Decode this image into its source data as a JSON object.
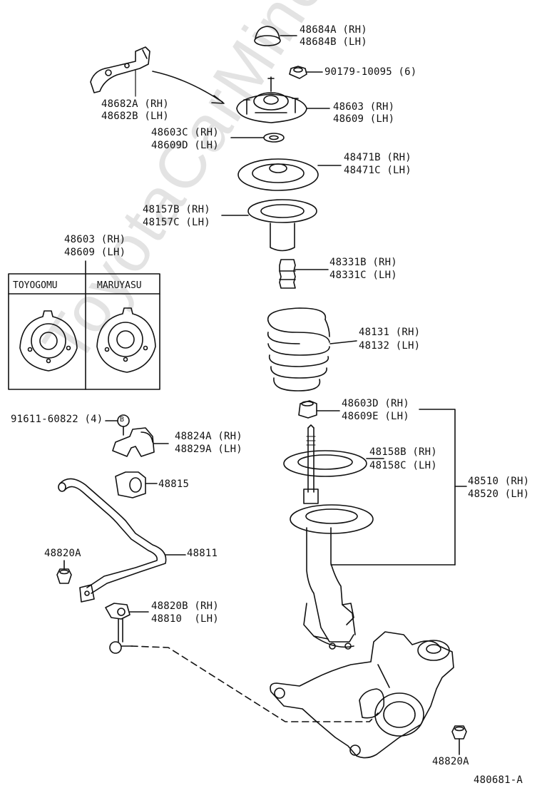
{
  "watermark": "ToyotaCarMine.ru",
  "diagram_code": "480681-A",
  "inset": {
    "title_rh": "48603 (RH)",
    "title_lh": "48609 (LH)",
    "col_left": "TOYOGOMU",
    "col_right": "MARUYASU"
  },
  "labels": {
    "p48684a": "48684A (RH)",
    "p48684b": "48684B (LH)",
    "p90179": "90179-10095 (6)",
    "p48682a": "48682A (RH)",
    "p48682b": "48682B (LH)",
    "p48603": "48603 (RH)",
    "p48609": "48609 (LH)",
    "p48603c": "48603C (RH)",
    "p48609d": "48609D (LH)",
    "p48471b": "48471B (RH)",
    "p48471c": "48471C (LH)",
    "p48157b": "48157B (RH)",
    "p48157c": "48157C (LH)",
    "p48331b": "48331B (RH)",
    "p48331c": "48331C (LH)",
    "p48131": "48131 (RH)",
    "p48132": "48132 (LH)",
    "p91611": "91611-60822 (4)",
    "p48603d": "48603D (RH)",
    "p48609e": "48609E (LH)",
    "p48824a": "48824A (RH)",
    "p48829a": "48829A (LH)",
    "p48158b": "48158B (RH)",
    "p48158c": "48158C (LH)",
    "p48815": "48815",
    "p48510": "48510 (RH)",
    "p48520": "48520 (LH)",
    "p48820a_top": "48820A",
    "p48811": "48811",
    "p48820b": "48820B (RH)",
    "p48810": "48810  (LH)",
    "p48820a_bottom": "48820A",
    "marker_b": "B"
  }
}
